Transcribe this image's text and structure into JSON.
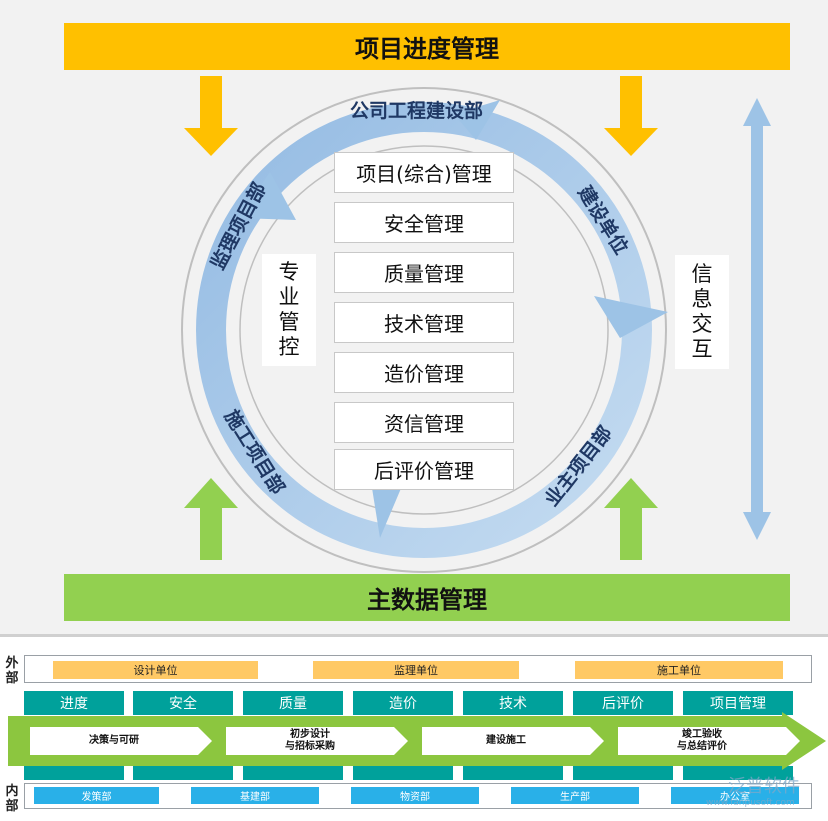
{
  "title_top": "项目进度管理",
  "title_bottom": "主数据管理",
  "ring": {
    "top_label": "公司工程建设部",
    "left_top_label": "监理项目部",
    "right_top_label": "建设单位",
    "left_bottom_label": "施工项目部",
    "right_bottom_label": "业主项目部"
  },
  "center_boxes": [
    "项目(综合)管理",
    "安全管理",
    "质量管理",
    "技术管理",
    "造价管理",
    "资信管理",
    "后评价管理"
  ],
  "side_left": [
    "专",
    "业",
    "管",
    "控"
  ],
  "side_right": [
    "信",
    "息",
    "交",
    "互"
  ],
  "lower": {
    "outer_label": [
      "外",
      "部"
    ],
    "inner_label": [
      "内",
      "部"
    ],
    "external_units": [
      "设计单位",
      "监理单位",
      "施工单位"
    ],
    "modules": [
      "进度",
      "安全",
      "质量",
      "造价",
      "技术",
      "后评价",
      "项目管理"
    ],
    "stages": [
      [
        "决策与可研"
      ],
      [
        "初步设计",
        "与招标采购"
      ],
      [
        "建设施工"
      ],
      [
        "竣工验收",
        "与总结评价"
      ]
    ],
    "departments": [
      "发策部",
      "基建部",
      "物资部",
      "生产部",
      "办公室"
    ],
    "watermark": "泛普软件",
    "watermark_url": "www.fanpusoft.com"
  },
  "colors": {
    "accent_yellow": "#ffc000",
    "accent_green": "#92d050",
    "ring_blue": "#9dc3e6",
    "teal": "#00a19b",
    "dept_blue": "#29b0e8",
    "orange": "#ffc965"
  }
}
